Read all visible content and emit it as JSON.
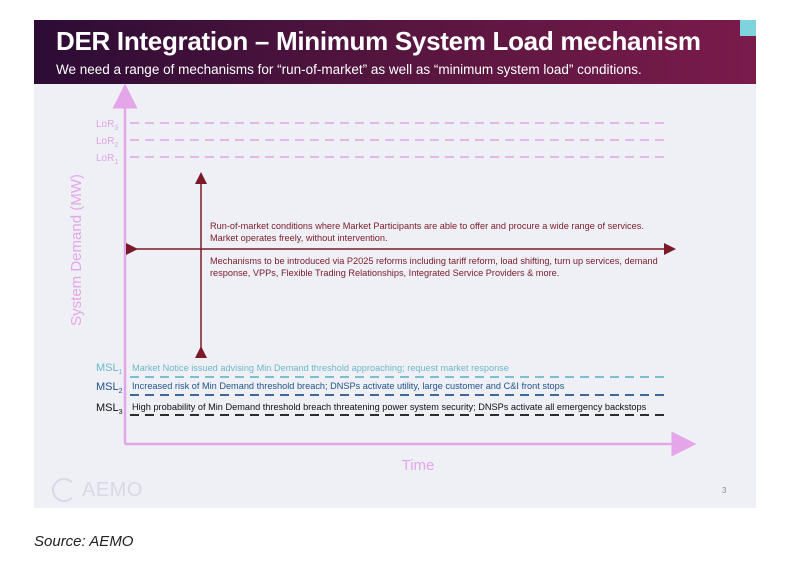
{
  "header": {
    "title": "DER Integration – Minimum System Load mechanism",
    "subtitle": "We need a range of mechanisms for “run-of-market” as well as “minimum system load” conditions."
  },
  "axes": {
    "y_label": "System Demand (MW)",
    "x_label": "Time"
  },
  "lor_levels": [
    {
      "base": "LoR",
      "sub": "3"
    },
    {
      "base": "LoR",
      "sub": "2"
    },
    {
      "base": "LoR",
      "sub": "1"
    }
  ],
  "run_of_market": {
    "text_line1": "Run-of-market conditions where Market Participants are able to offer and procure a wide range of services.",
    "text_line2": "Market operates freely, without intervention.",
    "mechanisms_line1": "Mechanisms to be introduced via P2025 reforms including tariff reform, load shifting, turn up services, demand",
    "mechanisms_line2": "response, VPPs, Flexible Trading Relationships, Integrated Service Providers & more."
  },
  "msl_levels": [
    {
      "base": "MSL",
      "sub": "1",
      "text": "Market Notice issued advising Min Demand threshold approaching; request market response"
    },
    {
      "base": "MSL",
      "sub": "2",
      "text": "Increased risk of Min Demand threshold breach; DNSPs activate utility, large customer and C&I front stops"
    },
    {
      "base": "MSL",
      "sub": "3",
      "text": "High probability of Min Demand threshold breach threatening power system security; DNSPs activate all emergency backstops"
    }
  ],
  "footer": {
    "logo": "AEMO",
    "page_number": "3"
  },
  "source_caption": "Source: AEMO",
  "colors": {
    "axis": "#e4a6e8",
    "lor": "#dfa6e3",
    "dark_red": "#7b1a2a",
    "msl1": "#6fb7c8",
    "msl2": "#24548a",
    "msl3": "#111111"
  }
}
